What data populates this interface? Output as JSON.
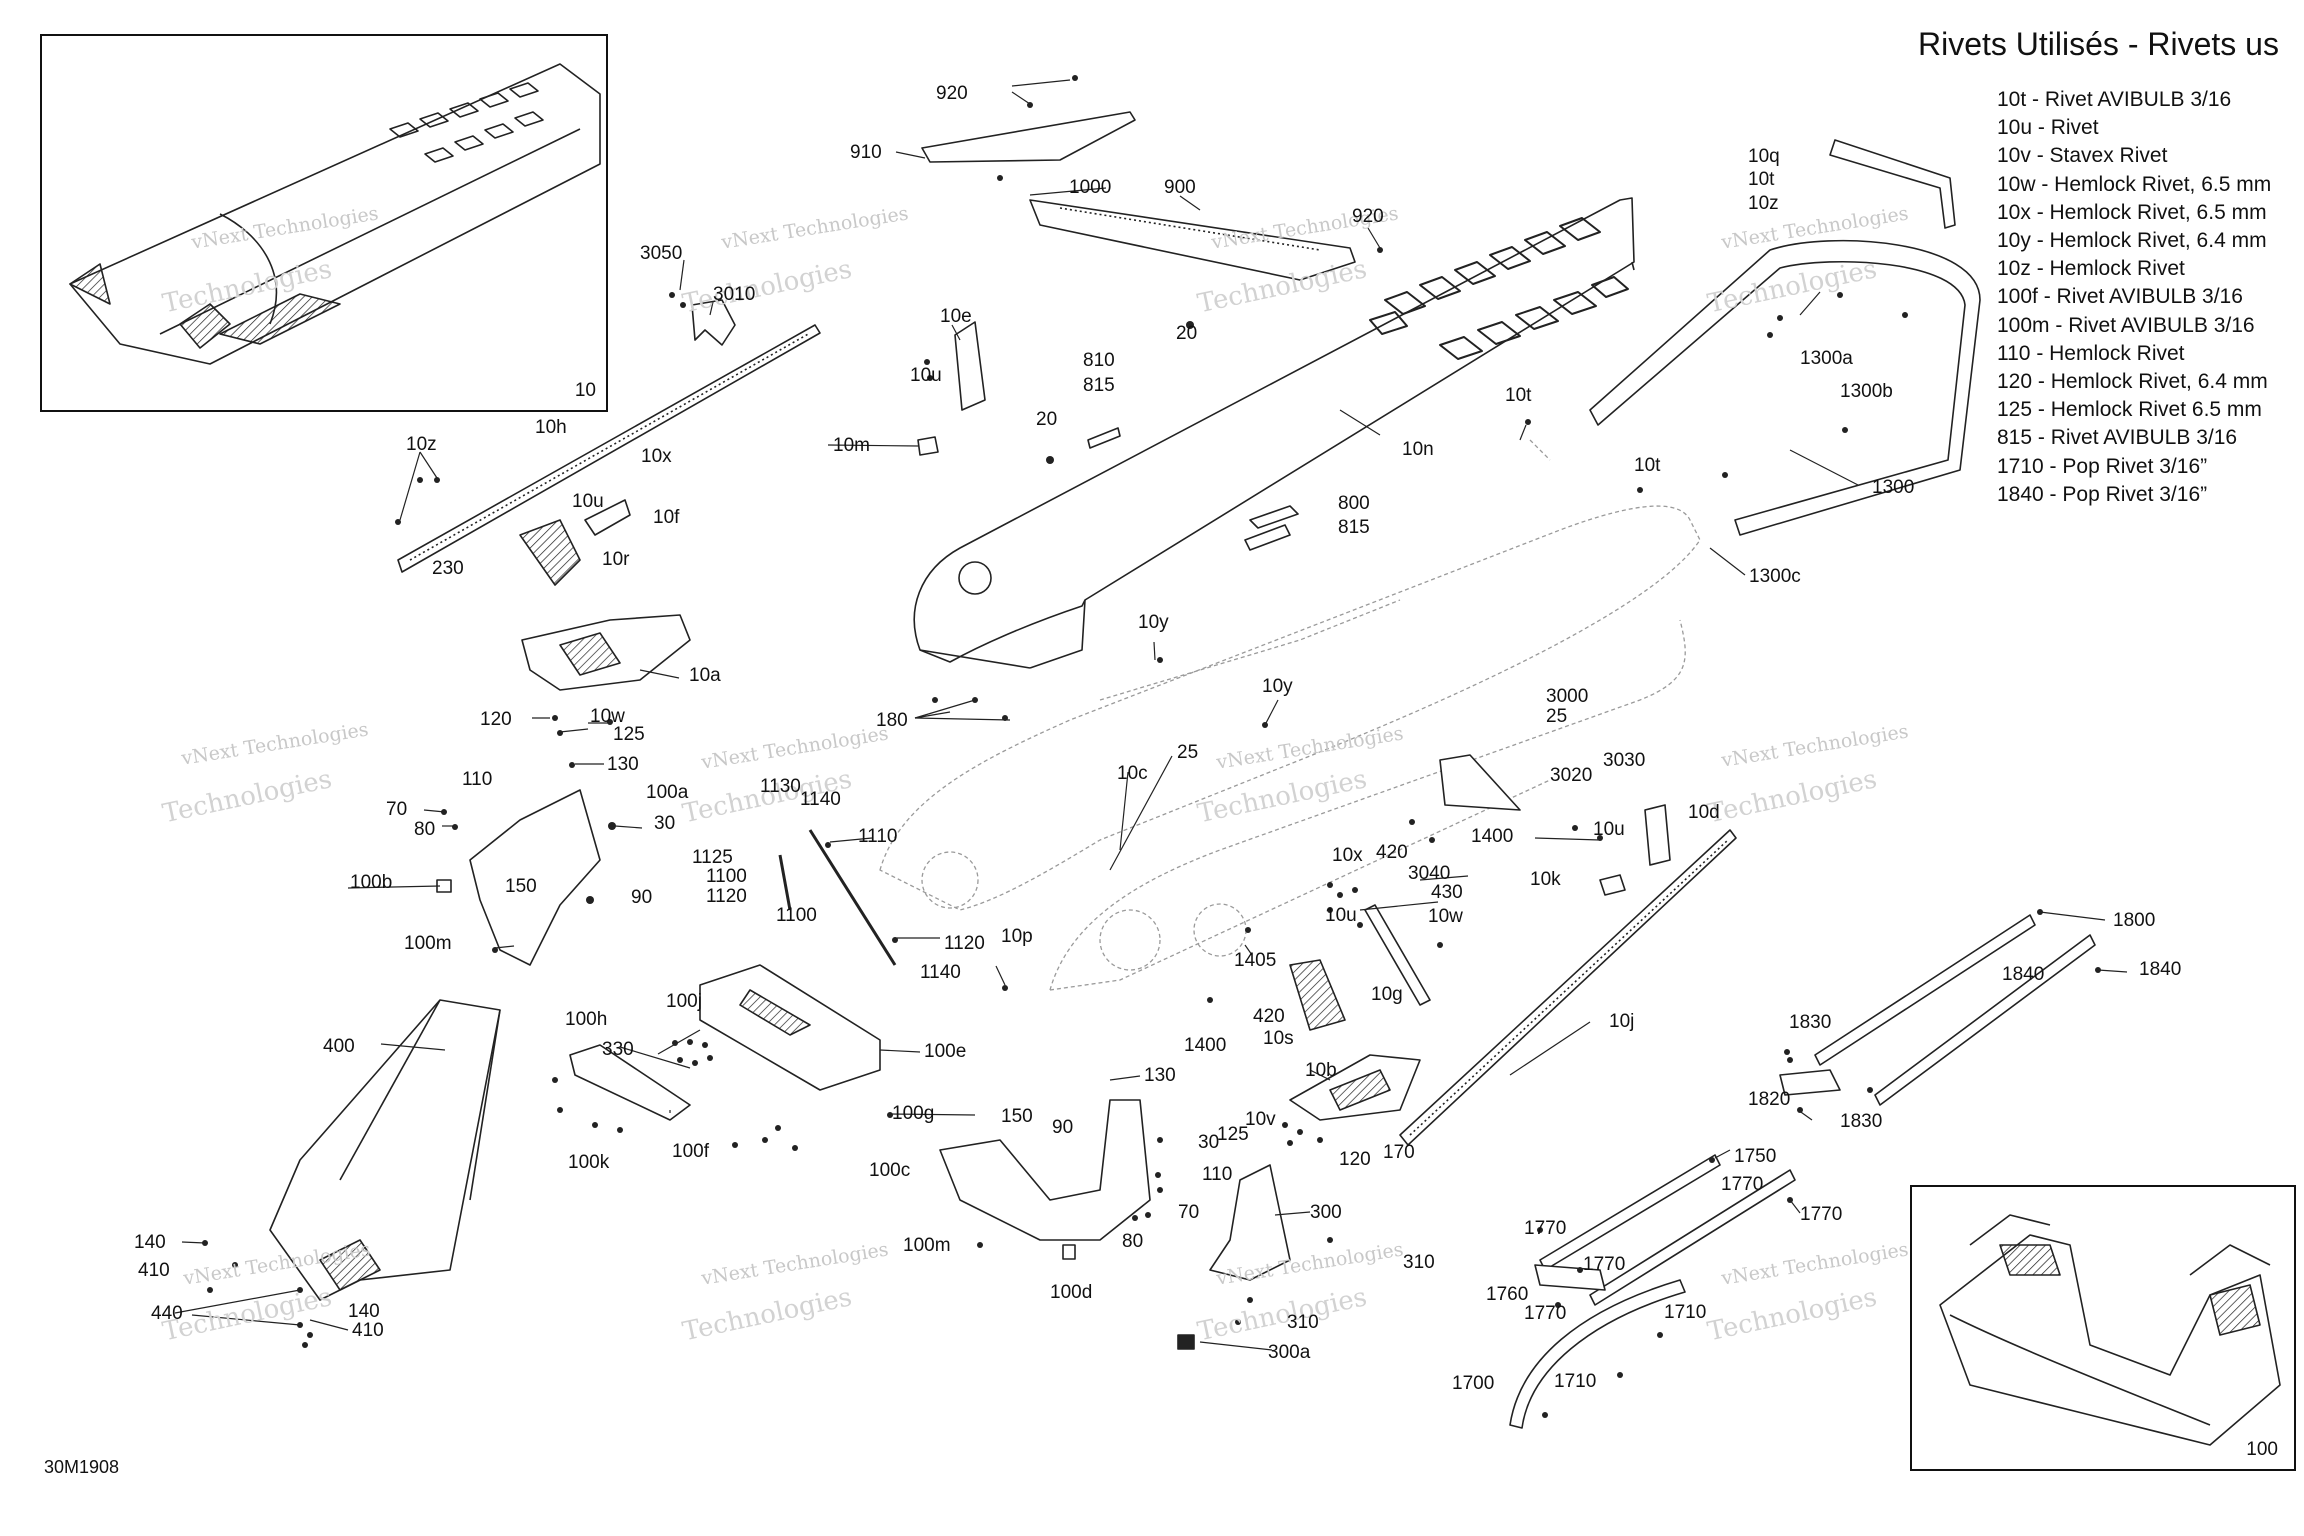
{
  "legend": {
    "title": "Rivets Utilisés - Rivets us",
    "items": [
      "10t - Rivet AVIBULB 3/16",
      "10u - Rivet",
      "10v - Stavex Rivet",
      "10w - Hemlock Rivet, 6.5 mm",
      "10x - Hemlock Rivet, 6.5 mm",
      "10y - Hemlock Rivet, 6.4 mm",
      "10z - Hemlock Rivet",
      "100f - Rivet AVIBULB 3/16",
      "100m - Rivet AVIBULB 3/16",
      "110 - Hemlock Rivet",
      "120 - Hemlock Rivet, 6.4 mm",
      "125 - Hemlock Rivet 6.5 mm",
      "815 - Rivet AVIBULB 3/16",
      "1710 - Pop Rivet 3/16”",
      "1840 - Pop Rivet 3/16”"
    ]
  },
  "doc_id": "30M1908",
  "inset_top_left": {
    "number": "10"
  },
  "inset_bottom_right": {
    "number": "100"
  },
  "watermark": {
    "line1": "vNext Technologies",
    "line2": "Technologies"
  },
  "callouts": [
    "920",
    "910",
    "1000",
    "900",
    "920",
    "3050",
    "3010",
    "10e",
    "10u",
    "810",
    "815",
    "20",
    "10m",
    "20",
    "10z",
    "10h",
    "10x",
    "10u",
    "10f",
    "230",
    "10r",
    "10n",
    "10t",
    "800",
    "815",
    "10t",
    "10q",
    "10t",
    "10z",
    "1300a",
    "1300b",
    "1300",
    "1300c",
    "10a",
    "10y",
    "10y",
    "180",
    "120",
    "10w",
    "125",
    "130",
    "110",
    "70",
    "80",
    "100a",
    "30",
    "150",
    "100b",
    "90",
    "100m",
    "1130",
    "1140",
    "1110",
    "1125",
    "1100",
    "1120",
    "1100",
    "1120",
    "1140",
    "10c",
    "25",
    "10p",
    "3000",
    "25",
    "3020",
    "3030",
    "10u",
    "10d",
    "10k",
    "10x",
    "420",
    "3040",
    "430",
    "1400",
    "10u",
    "10w",
    "1405",
    "10g",
    "420",
    "10s",
    "1400",
    "10j",
    "1800",
    "1840",
    "1840",
    "400",
    "100h",
    "100j",
    "330",
    "100e",
    "100k",
    "100f",
    "130",
    "150",
    "90",
    "100g",
    "100c",
    "30",
    "110",
    "70",
    "80",
    "100m",
    "100d",
    "10b",
    "10v",
    "125",
    "120",
    "170",
    "300",
    "310",
    "310",
    "300a",
    "1830",
    "1820",
    "1830",
    "1750",
    "1770",
    "1770",
    "1770",
    "1770",
    "1760",
    "1770",
    "1710",
    "1700",
    "1710",
    "140",
    "410",
    "440",
    "140",
    "410"
  ]
}
